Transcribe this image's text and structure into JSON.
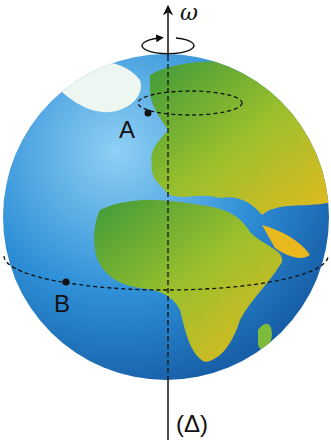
{
  "diagram": {
    "labels": [
      "ω",
      "A",
      "B",
      "(Δ)"
    ]
  }
}
